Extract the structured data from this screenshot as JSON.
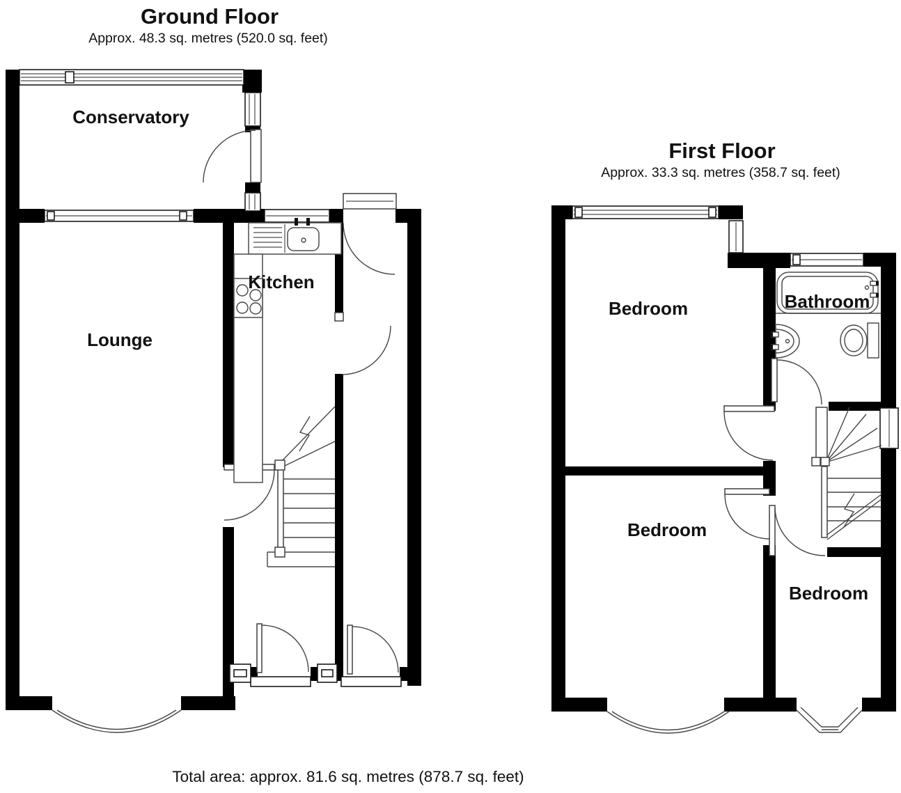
{
  "ground_floor": {
    "title": "Ground Floor",
    "area": "Approx. 48.3 sq. metres (520.0 sq. feet)",
    "rooms": {
      "conservatory": "Conservatory",
      "lounge": "Lounge",
      "kitchen": "Kitchen"
    }
  },
  "first_floor": {
    "title": "First Floor",
    "area": "Approx. 33.3 sq. metres (358.7 sq. feet)",
    "rooms": {
      "bedroom1": "Bedroom",
      "bathroom": "Bathroom",
      "bedroom2": "Bedroom",
      "bedroom3": "Bedroom"
    }
  },
  "footer": {
    "total_area": "Total area: approx. 81.6 sq. metres (878.7 sq. feet)"
  },
  "colors": {
    "wall": "#000000",
    "line": "#454545",
    "background": "#ffffff",
    "text": "#111111"
  }
}
